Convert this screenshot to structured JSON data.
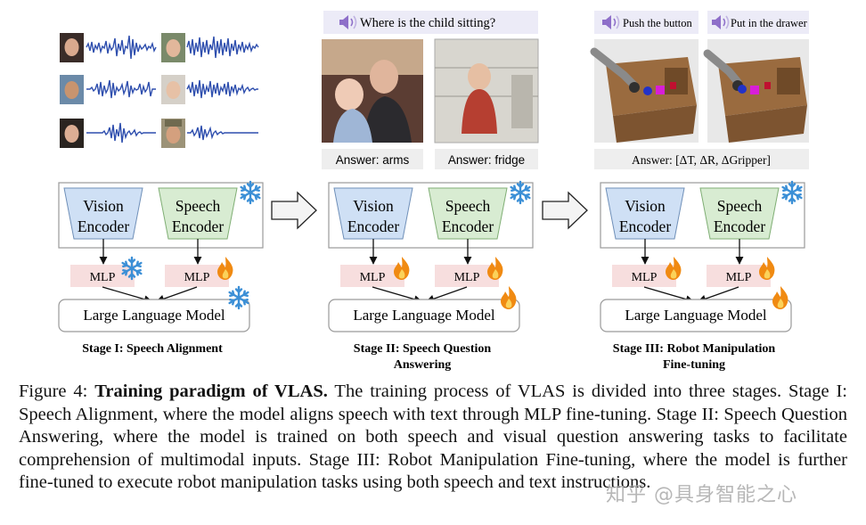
{
  "stages": [
    {
      "vision_label": [
        "Vision",
        "Encoder"
      ],
      "speech_label": [
        "Speech",
        "Encoder"
      ],
      "mlp_label": "MLP",
      "llm_label": "Large Language Model",
      "title": [
        "Stage I: Speech Alignment"
      ],
      "status_icons": {
        "encoders": "snowflake-icon",
        "vision_mlp": "snowflake-icon",
        "speech_mlp": "fire-icon",
        "llm": "snowflake-icon"
      }
    },
    {
      "question": "Where is the child sitting?",
      "answers": [
        "Answer: arms",
        "Answer: fridge"
      ],
      "vision_label": [
        "Vision",
        "Encoder"
      ],
      "speech_label": [
        "Speech",
        "Encoder"
      ],
      "mlp_label": "MLP",
      "llm_label": "Large Language Model",
      "title": [
        "Stage II: Speech Question",
        "Answering"
      ],
      "status_icons": {
        "encoders": "snowflake-icon",
        "vision_mlp": "fire-icon",
        "speech_mlp": "fire-icon",
        "llm": "fire-icon"
      }
    },
    {
      "instructions": [
        "Push the button",
        "Put in the drawer"
      ],
      "answer": "Answer: [ΔT, ΔR, ΔGripper]",
      "vision_label": [
        "Vision",
        "Encoder"
      ],
      "speech_label": [
        "Speech",
        "Encoder"
      ],
      "mlp_label": "MLP",
      "llm_label": "Large Language Model",
      "title": [
        "Stage III: Robot Manipulation",
        "Fine-tuning"
      ],
      "status_icons": {
        "encoders": "snowflake-icon",
        "vision_mlp": "fire-icon",
        "speech_mlp": "fire-icon",
        "llm": "fire-icon"
      }
    }
  ],
  "colors": {
    "vision_fill": "#cfe0f5",
    "speech_fill": "#d8ecd2",
    "mlp_fill": "#f7dede",
    "snowflake": "#3b8fd6",
    "fire": "#f08a12",
    "speaker": "#8e6fc9",
    "question_bg": "#ecebf7",
    "answer_bg": "#eeeeee",
    "waveform": "#2f4fae"
  },
  "caption": {
    "label": "Figure 4:",
    "bold": "Training paradigm of VLAS.",
    "text": "The training process of VLAS is divided into three stages. Stage I: Speech Alignment, where the model aligns speech with text through MLP fine-tuning. Stage II: Speech Question Answering, where the model is trained on both speech and visual question answering tasks to facilitate comprehension of multimodal inputs. Stage III: Robot Manipulation Fine-tuning, where the model is further fine-tuned to execute robot manipulation tasks using both speech and text instructions."
  },
  "watermark": "知乎 @具身智能之心"
}
